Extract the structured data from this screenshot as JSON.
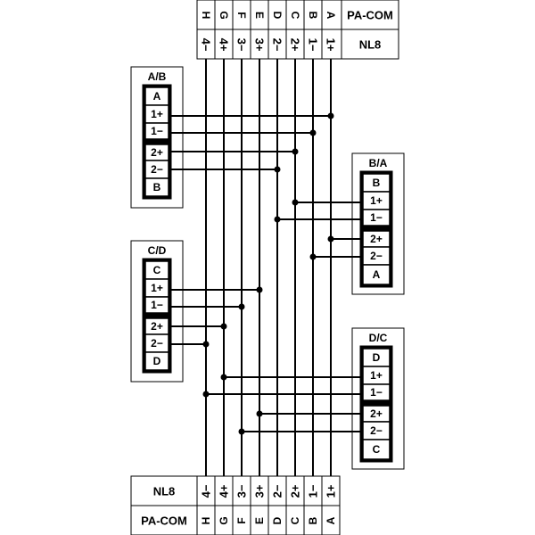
{
  "colors": {
    "line": "#000000",
    "background": "#ffffff"
  },
  "top_header": {
    "pins": [
      "A",
      "B",
      "C",
      "D",
      "E",
      "F",
      "G",
      "H"
    ],
    "pins_rotated_labels": [
      "A",
      "B",
      "C",
      "D",
      "E",
      "F",
      "G",
      "H"
    ],
    "poles": [
      "1+",
      "1−",
      "2+",
      "2−",
      "3+",
      "3−",
      "4+",
      "4−"
    ],
    "label_system": "PA-COM",
    "label_model": "NL8"
  },
  "bottom_header": {
    "label_system": "PA-COM",
    "label_model": "NL8"
  },
  "connectors": [
    {
      "id": "ab",
      "title": "A/B",
      "cells": [
        "A",
        "1+",
        "1−",
        "2+",
        "2−",
        "B"
      ]
    },
    {
      "id": "cd",
      "title": "C/D",
      "cells": [
        "C",
        "1+",
        "1−",
        "2+",
        "2−",
        "D"
      ]
    },
    {
      "id": "ba",
      "title": "B/A",
      "cells": [
        "B",
        "1+",
        "1−",
        "2+",
        "2−",
        "A"
      ]
    },
    {
      "id": "dc",
      "title": "D/C",
      "cells": [
        "D",
        "1+",
        "1−",
        "2+",
        "2−",
        "C"
      ]
    }
  ]
}
